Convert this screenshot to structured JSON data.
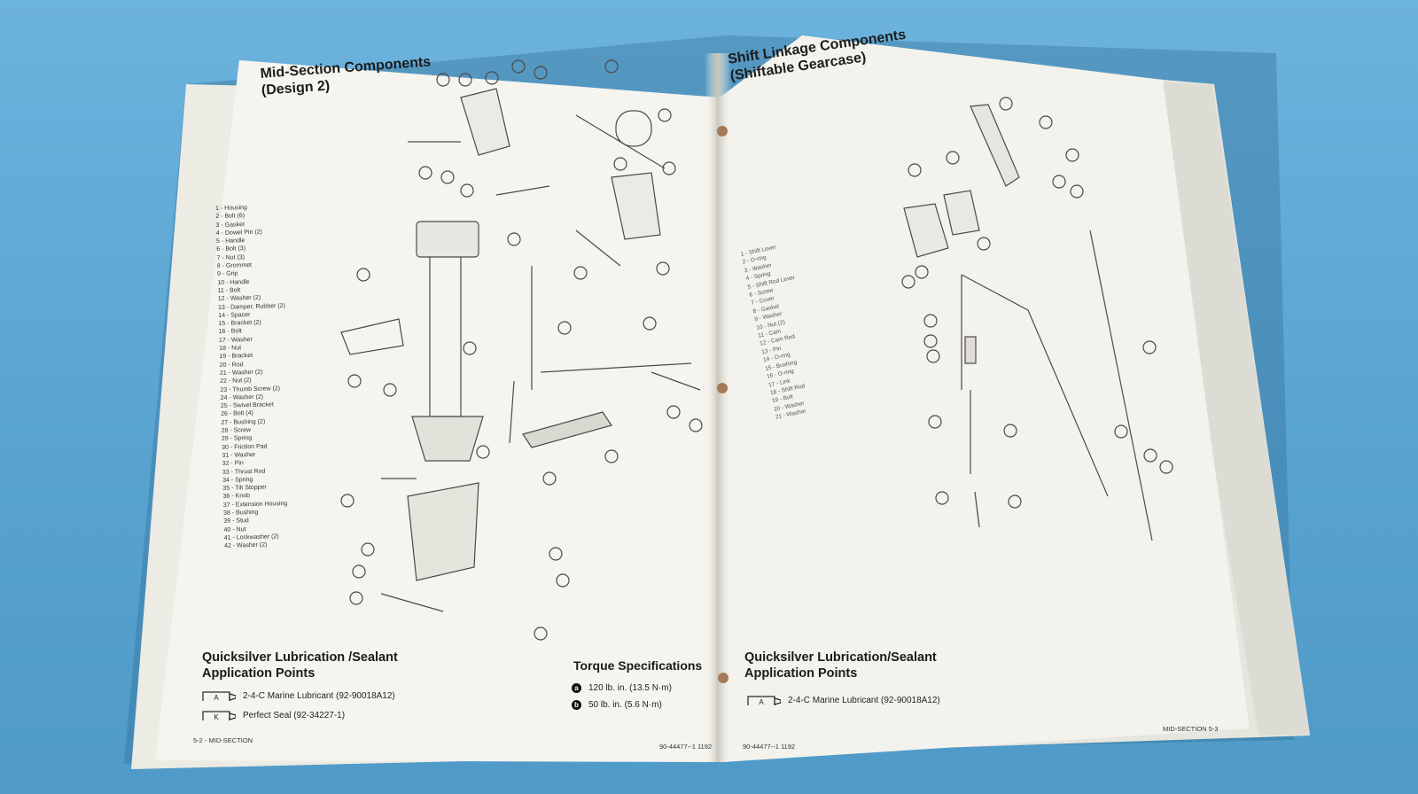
{
  "left_page": {
    "title_line1": "Mid-Section Components",
    "title_line2": "(Design 2)",
    "parts": [
      "1 - Housing",
      "2 - Bolt (6)",
      "3 - Gasket",
      "4 - Dowel Pin (2)",
      "5 - Handle",
      "6 - Bolt (3)",
      "7 - Nut (3)",
      "8 - Grommet",
      "9 - Grip",
      "10 - Handle",
      "11 - Bolt",
      "12 - Washer (2)",
      "13 - Damper, Rubber (2)",
      "14 - Spacer",
      "15 - Bracket (2)",
      "16 - Bolt",
      "17 - Washer",
      "18 - Nut",
      "19 - Bracket",
      "20 - Rod",
      "21 - Washer (2)",
      "22 - Nut (2)",
      "23 - Thumb Screw (2)",
      "24 - Washer (2)",
      "25 - Swivel Bracket",
      "26 - Bolt (4)",
      "27 - Bushing (2)",
      "28 - Screw",
      "29 - Spring",
      "30 - Friction Pad",
      "31 - Washer",
      "32 - Pin",
      "33 - Thrust Rod",
      "34 - Spring",
      "35 - Tilt Stopper",
      "36 - Knob",
      "37 - Extension Housing",
      "38 - Bushing",
      "39 - Stud",
      "40 - Nut",
      "41 - Lockwasher (2)",
      "42 - Washer (2)"
    ],
    "lube_heading_line1": "Quicksilver Lubrication /Sealant",
    "lube_heading_line2": "Application Points",
    "lube_items": [
      {
        "code": "A",
        "text": "2-4-C Marine Lubricant (92-90018A12)"
      },
      {
        "code": "K",
        "text": "Perfect Seal (92-34227-1)"
      }
    ],
    "torque_heading": "Torque Specifications",
    "torque_items": [
      {
        "code": "a",
        "text": "120 lb. in. (13.5 N·m)"
      },
      {
        "code": "b",
        "text": "50 lb. in. (5.6 N·m)"
      }
    ],
    "footer_left": "5-2 - MID-SECTION",
    "footer_right": "90-44477--1  1192"
  },
  "right_page": {
    "title_line1": "Shift Linkage Components",
    "title_line2": "(Shiftable Gearcase)",
    "parts": [
      "1 - Shift Lever",
      "2 - O-ring",
      "3 - Washer",
      "4 - Spring",
      "5 - Shift Rod Lever",
      "6 - Screw",
      "7 - Cover",
      "8 - Gasket",
      "9 - Washer",
      "10 - Nut (2)",
      "11 - Cam",
      "12 - Cam Rod",
      "13 - Pin",
      "14 - O-ring",
      "15 - Bushing",
      "16 - O-ring",
      "17 - Link",
      "18 - Shift Rod",
      "19 - Bolt",
      "20 - Washer",
      "21 - Washer"
    ],
    "lube_heading_line1": "Quicksilver Lubrication/Sealant",
    "lube_heading_line2": "Application Points",
    "lube_items": [
      {
        "code": "A",
        "text": "2-4-C Marine Lubricant (92-90018A12)"
      }
    ],
    "footer_left": "90-44477--1  1192",
    "footer_right": "MID-SECTION  5-3"
  },
  "colors": {
    "background": "#5aa6d3",
    "paper": "#f4f3ee",
    "ink": "#1c1c1c"
  }
}
